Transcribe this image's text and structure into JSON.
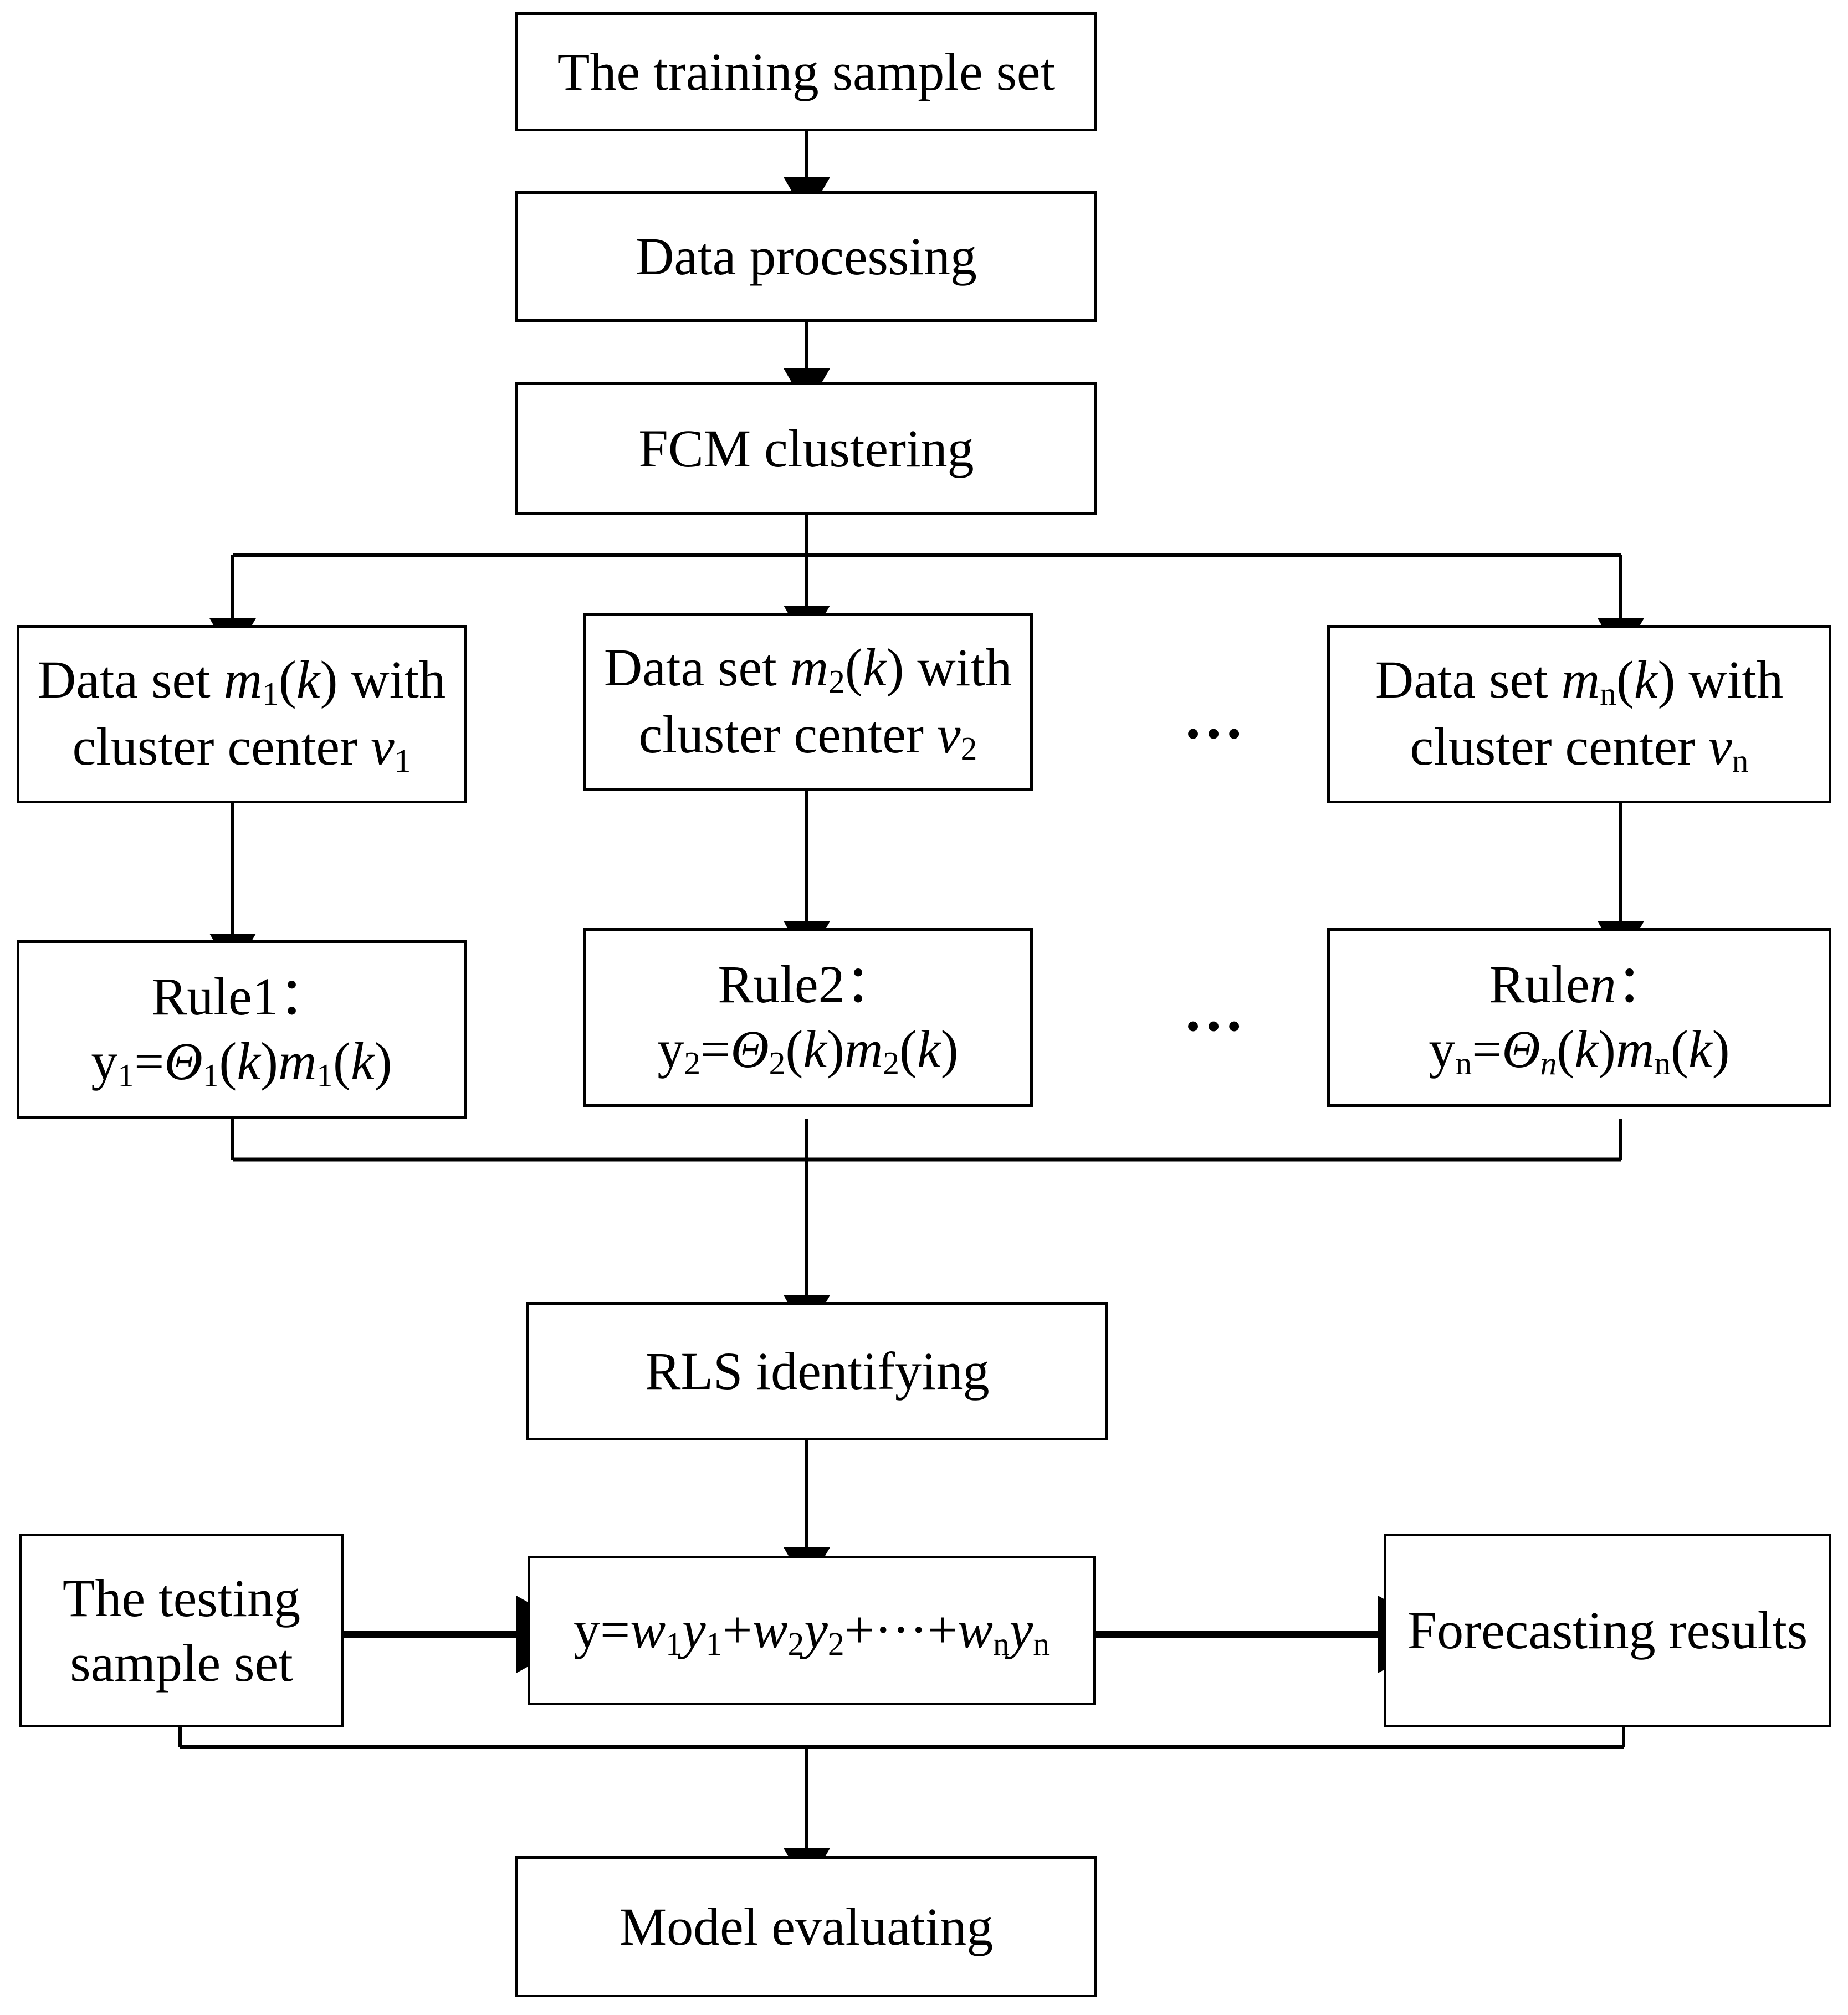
{
  "diagram": {
    "title": "FCM-RLS fuzzy model flowchart",
    "stroke_color": "#000000",
    "background_color": "#ffffff",
    "nodes": {
      "training_sample_set": "The training sample set",
      "data_processing": "Data processing",
      "fcm_clustering": "FCM clustering",
      "dataset_1_line1": "Data set m1(k) with",
      "dataset_1_line2": "cluster center v1",
      "dataset_2_line1": "Data set m2(k) with",
      "dataset_2_line2": "cluster center v2",
      "dataset_n_line1": "Data set mn(k) with",
      "dataset_n_line2": "cluster center vn",
      "rule_1_title": "Rule1：",
      "rule_1_formula": "y1=Θ1(k)m1(k)",
      "rule_2_title": "Rule2：",
      "rule_2_formula": "y2=Θ2(k)m2(k)",
      "rule_n_title": "Rulen：",
      "rule_n_formula": "yn=Θn(k)mn(k)",
      "rls_identifying": "RLS identifying",
      "testing_sample_set_line1": "The testing",
      "testing_sample_set_line2": "sample set",
      "weighted_sum_formula": "y=w1y1+w2y2+···+wnyn",
      "forecasting_results": "Forecasting results",
      "model_evaluating": "Model evaluating",
      "ellipsis_datasets": "…",
      "ellipsis_rules": "…"
    },
    "edges": [
      {
        "from": "training_sample_set",
        "to": "data_processing",
        "style": "arrow-down"
      },
      {
        "from": "data_processing",
        "to": "fcm_clustering",
        "style": "arrow-down"
      },
      {
        "from": "fcm_clustering",
        "to": "dataset_1",
        "style": "bus-split-down"
      },
      {
        "from": "fcm_clustering",
        "to": "dataset_2",
        "style": "bus-split-down"
      },
      {
        "from": "fcm_clustering",
        "to": "dataset_n",
        "style": "bus-split-down"
      },
      {
        "from": "dataset_1",
        "to": "rule_1",
        "style": "arrow-down"
      },
      {
        "from": "dataset_2",
        "to": "rule_2",
        "style": "arrow-down"
      },
      {
        "from": "dataset_n",
        "to": "rule_n",
        "style": "arrow-down"
      },
      {
        "from": "rule_1",
        "to": "rls_identifying",
        "style": "bus-merge-down"
      },
      {
        "from": "rule_2",
        "to": "rls_identifying",
        "style": "bus-merge-down"
      },
      {
        "from": "rule_n",
        "to": "rls_identifying",
        "style": "bus-merge-down"
      },
      {
        "from": "rls_identifying",
        "to": "weighted_sum",
        "style": "arrow-down"
      },
      {
        "from": "testing_sample_set",
        "to": "weighted_sum",
        "style": "arrow-right"
      },
      {
        "from": "weighted_sum",
        "to": "forecasting_results",
        "style": "arrow-right"
      },
      {
        "from": "testing_sample_set",
        "to": "model_evaluating",
        "style": "bus-merge-down"
      },
      {
        "from": "forecasting_results",
        "to": "model_evaluating",
        "style": "bus-merge-down"
      }
    ]
  }
}
